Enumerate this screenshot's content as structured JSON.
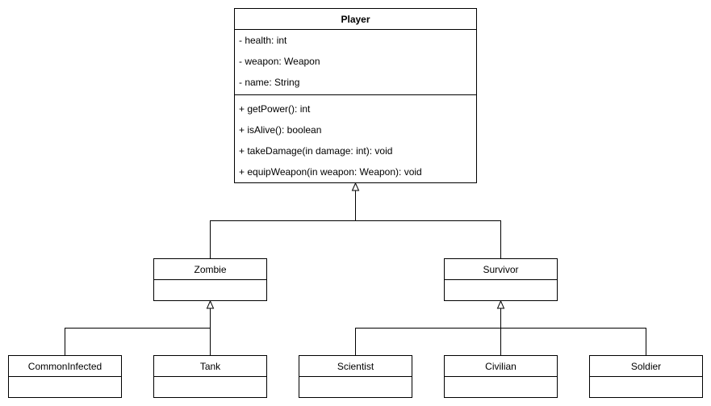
{
  "classes": {
    "player": {
      "name": "Player",
      "attributes": [
        "- health: int",
        "- weapon: Weapon",
        "- name: String"
      ],
      "methods": [
        "+ getPower(): int",
        "+ isAlive(): boolean",
        "+ takeDamage(in damage: int): void",
        "+ equipWeapon(in weapon: Weapon): void"
      ]
    },
    "zombie": {
      "name": "Zombie"
    },
    "survivor": {
      "name": "Survivor"
    },
    "common_infected": {
      "name": "CommonInfected"
    },
    "tank": {
      "name": "Tank"
    },
    "scientist": {
      "name": "Scientist"
    },
    "civilian": {
      "name": "Civilian"
    },
    "soldier": {
      "name": "Soldier"
    }
  },
  "relationships": [
    {
      "type": "inheritance",
      "child": "Zombie",
      "parent": "Player"
    },
    {
      "type": "inheritance",
      "child": "Survivor",
      "parent": "Player"
    },
    {
      "type": "inheritance",
      "child": "CommonInfected",
      "parent": "Zombie"
    },
    {
      "type": "inheritance",
      "child": "Tank",
      "parent": "Zombie"
    },
    {
      "type": "inheritance",
      "child": "Scientist",
      "parent": "Survivor"
    },
    {
      "type": "inheritance",
      "child": "Civilian",
      "parent": "Survivor"
    },
    {
      "type": "inheritance",
      "child": "Soldier",
      "parent": "Survivor"
    }
  ]
}
